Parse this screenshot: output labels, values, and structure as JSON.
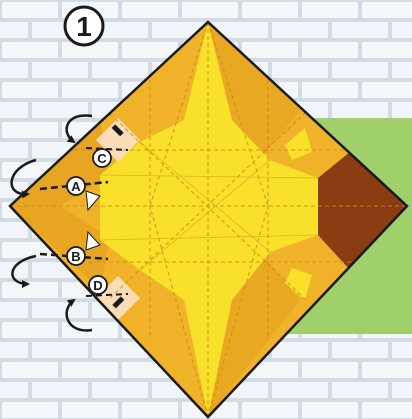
{
  "step": {
    "number": "1"
  },
  "callouts": [
    {
      "letter": "A"
    },
    {
      "letter": "B"
    },
    {
      "letter": "C"
    },
    {
      "letter": "D"
    }
  ],
  "colors": {
    "wall": "#eef2f6",
    "brick_line": "#c9d3de",
    "green_panel": "#9fd06c",
    "paper_yellow": "#f9e02a",
    "paper_orange": "#f0b229",
    "paper_dark_orange": "#e49f1e",
    "paper_brown": "#8a3d12",
    "skin": "#fadcb7",
    "outline": "#1a1a1a"
  },
  "icons": [
    "curved-arrow-icon",
    "fold-triangle-icon",
    "step-badge-icon"
  ]
}
